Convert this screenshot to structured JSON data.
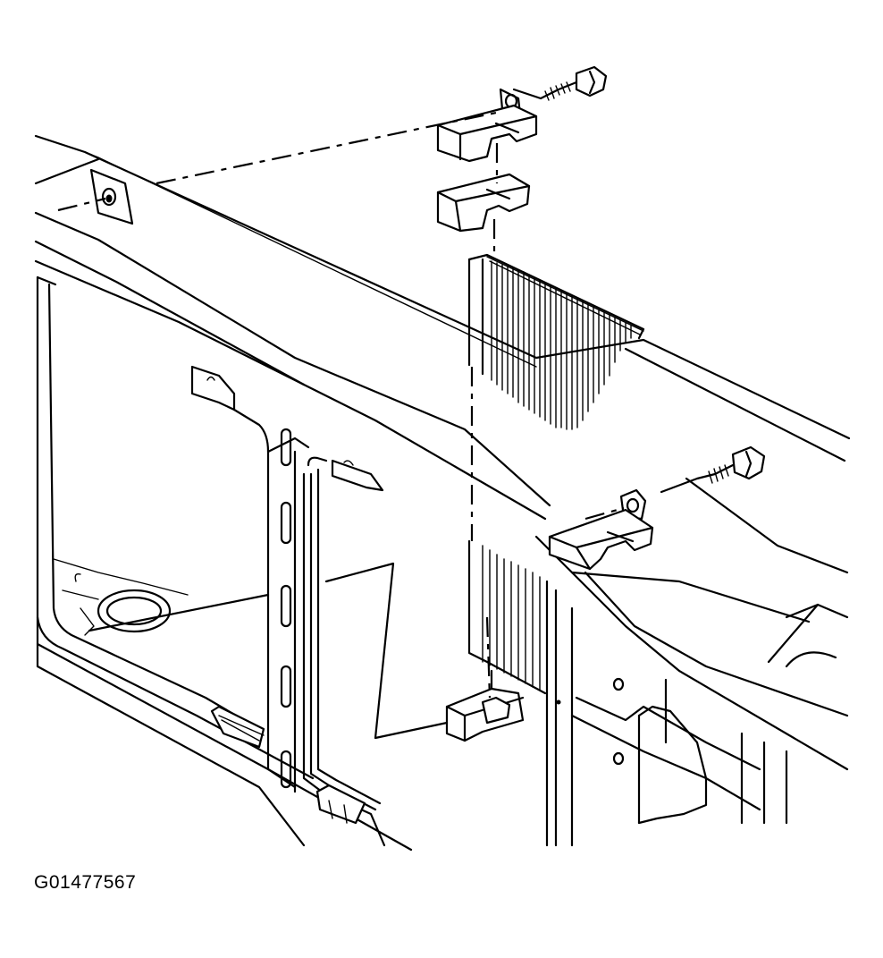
{
  "figure": {
    "caption": "G01477567",
    "colors": {
      "line": "#000000",
      "background": "#ffffff"
    },
    "parts": [
      {
        "name": "upper-insulator-left",
        "icon": "rubber-insulator-icon"
      },
      {
        "name": "upper-insulator-right",
        "icon": "rubber-insulator-icon"
      },
      {
        "name": "lower-insulator",
        "icon": "rubber-insulator-icon"
      },
      {
        "name": "upper-bolt",
        "icon": "bolt-icon"
      },
      {
        "name": "right-bolt",
        "icon": "bolt-icon"
      },
      {
        "name": "radiator-core",
        "icon": "radiator-fins-icon"
      },
      {
        "name": "radiator-support",
        "icon": "frame-icon"
      }
    ]
  }
}
